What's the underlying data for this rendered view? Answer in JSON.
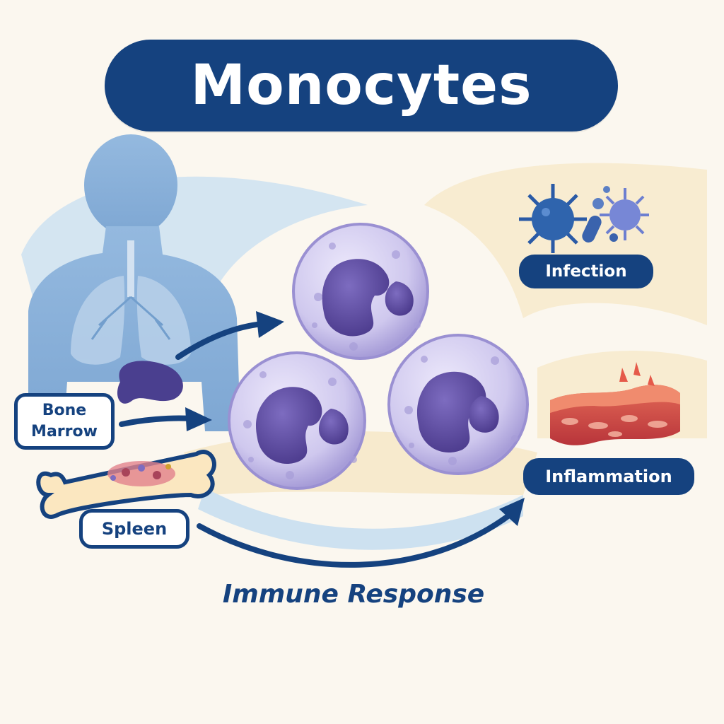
{
  "title": "Monocytes",
  "labels": {
    "bone_marrow_line1": "Bone",
    "bone_marrow_line2": "Marrow",
    "spleen": "Spleen",
    "infection": "Infection",
    "inflammation": "Inflammation",
    "immune_response": "Immune Response"
  },
  "colors": {
    "navy": "#15427f",
    "background": "#fbf7ef",
    "body_blue": "#8fb4dc",
    "cell_lavender": "#cdc7ee",
    "nucleus_purple": "#5f4fa3",
    "cream_panel": "#f8eccf",
    "tissue_red": "#d9534f"
  },
  "icons": [
    "human-silhouette-icon",
    "lungs-icon",
    "spleen-organ-icon",
    "bone-icon",
    "virus-icon",
    "bacteria-icon",
    "inflamed-tissue-icon",
    "monocyte-cell-icon",
    "arrow-icon"
  ]
}
